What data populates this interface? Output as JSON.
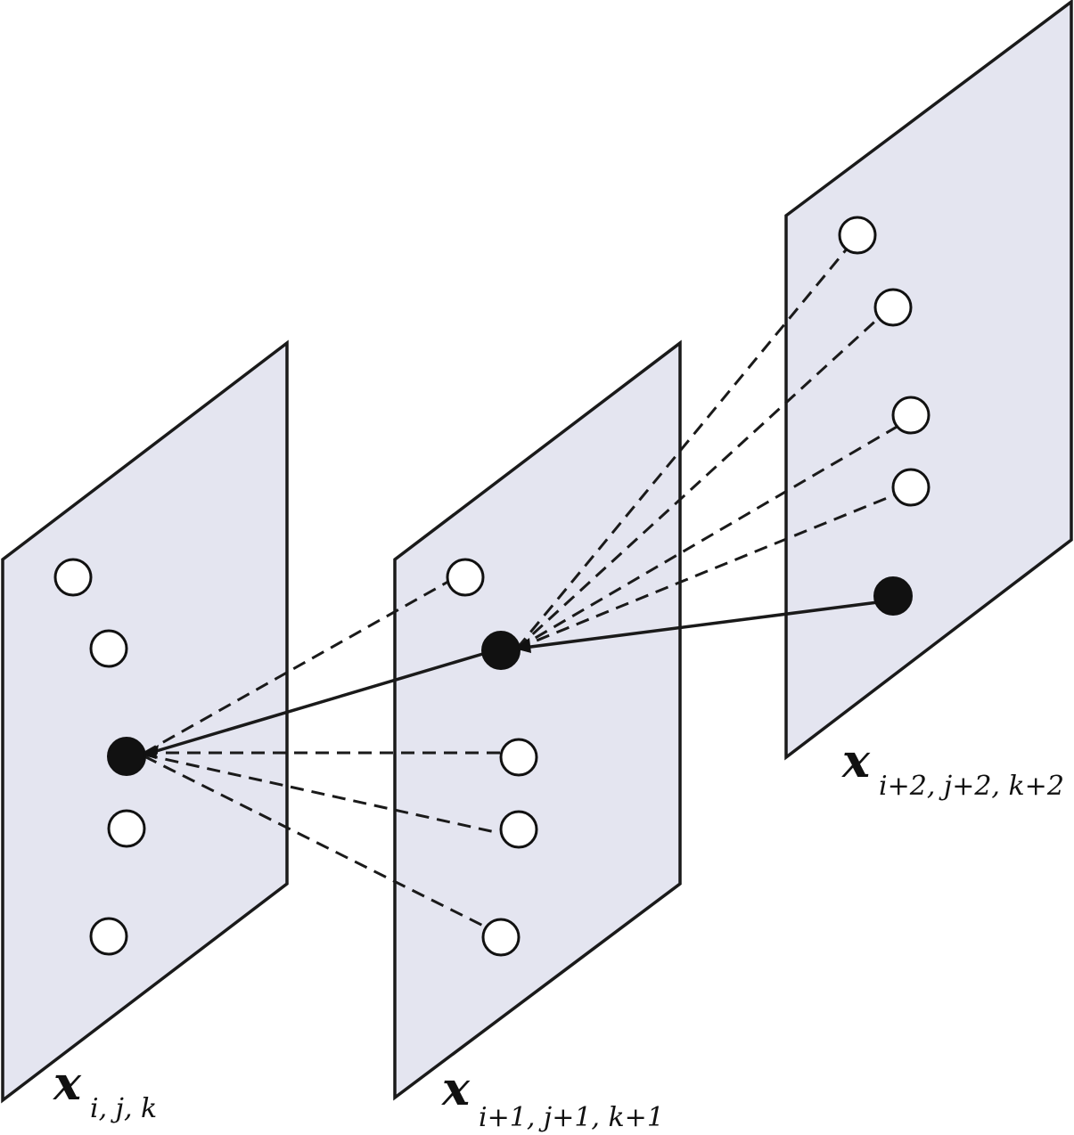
{
  "colors": {
    "plane_fill": "#e4e5f0",
    "stroke": "#1a1a1a",
    "node_filled": "#111111",
    "node_open": "#ffffff"
  },
  "planes": [
    {
      "label_main": "x",
      "label_sub": "i, j, k"
    },
    {
      "label_main": "x",
      "label_sub": "i+1, j+1, k+1"
    },
    {
      "label_main": "x",
      "label_sub": "i+2, j+2, k+2"
    }
  ]
}
